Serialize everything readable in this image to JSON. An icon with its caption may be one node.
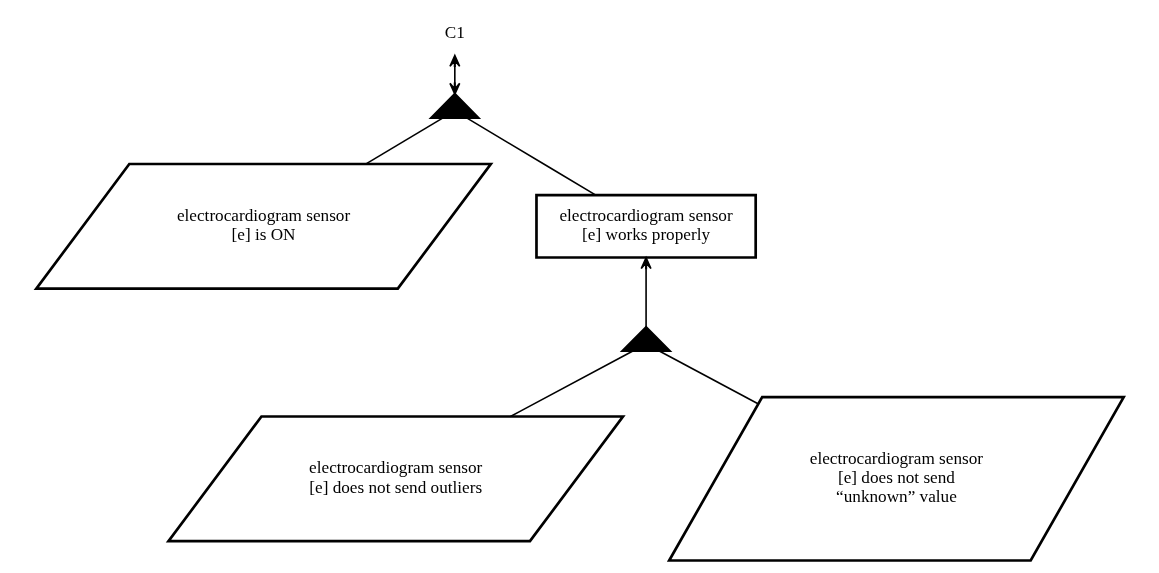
{
  "diagram": {
    "nodes": [
      {
        "text": [
          "C1"
        ]
      },
      {
        "text": [],
        "shape": "triangle"
      },
      {
        "text": [
          "electrocardiogram sensor [e] is ON"
        ]
      },
      {
        "text": [
          "electrocardiogram sensor [e] works properly"
        ]
      },
      {
        "text": [],
        "shape": "triangle"
      },
      {
        "text": [
          "electrocardiogram sensor [e] does not send outliers"
        ]
      },
      {
        "text": [
          "electrocardiogram sensor [e] does not send “unknown” value"
        ]
      }
    ],
    "edges": [
      {
        "from": 0,
        "to": 1,
        "arrow": "both"
      },
      {
        "from": 1,
        "to": 2,
        "arrow": "none"
      },
      {
        "from": 1,
        "to": 3,
        "arrow": "none"
      },
      {
        "from": 4,
        "to": 3,
        "arrow": "to"
      },
      {
        "from": 4,
        "to": 5,
        "arrow": "none"
      },
      {
        "from": 4,
        "to": 6,
        "arrow": "none"
      }
    ]
  }
}
